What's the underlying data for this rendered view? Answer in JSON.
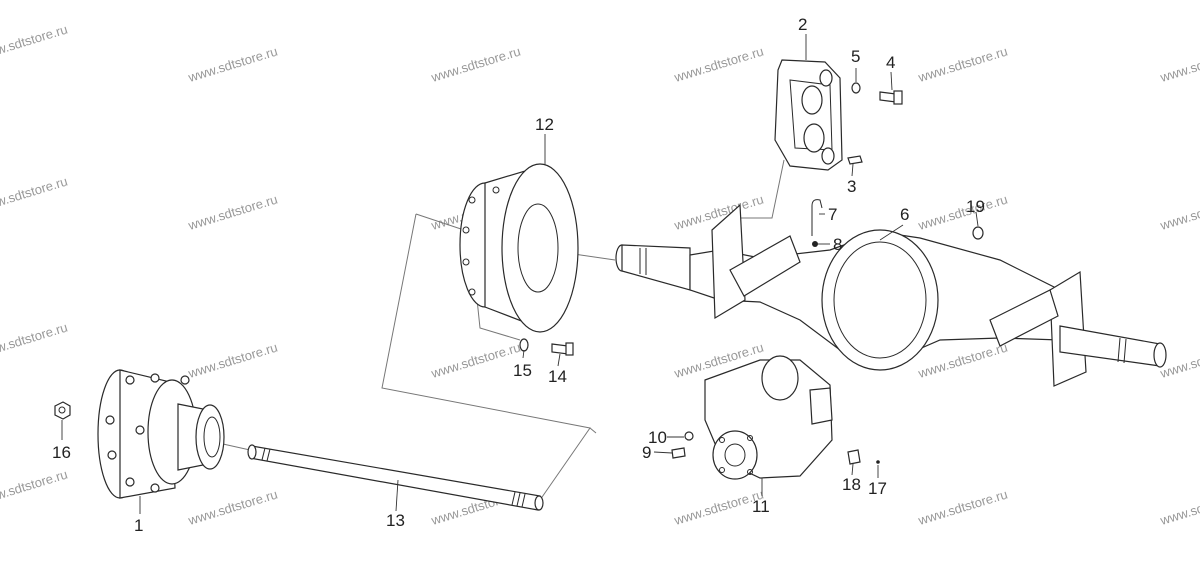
{
  "diagram": {
    "watermark": "www.sdtstore.ru",
    "callouts": [
      "1",
      "2",
      "3",
      "4",
      "5",
      "6",
      "7",
      "8",
      "9",
      "10",
      "11",
      "12",
      "13",
      "14",
      "15",
      "16",
      "17",
      "18",
      "19"
    ]
  }
}
